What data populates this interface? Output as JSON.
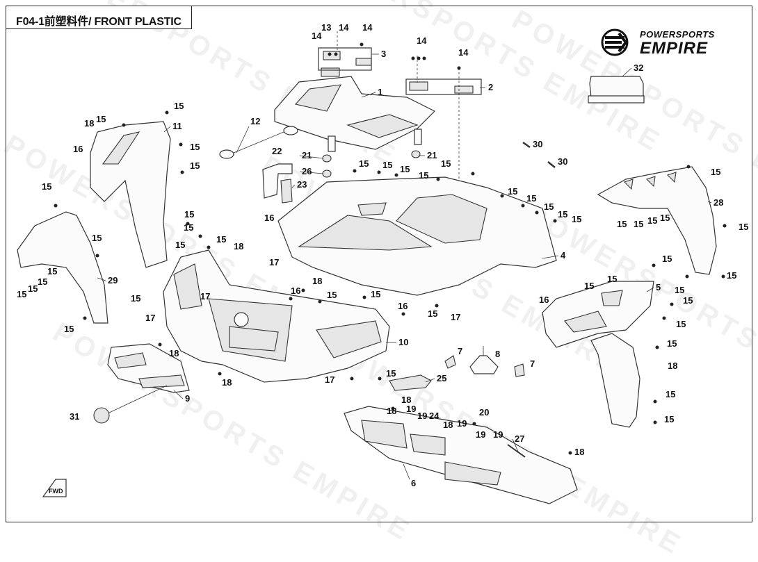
{
  "title": "F04-1前塑料件/ FRONT PLASTIC",
  "logo": {
    "top": "POWERSPORTS",
    "bottom": "EMPIRE"
  },
  "watermark": "POWERSPORTS EMPIRE",
  "fwd_label": "FWD",
  "callouts": [
    "1",
    "2",
    "3",
    "4",
    "5",
    "6",
    "7",
    "8",
    "9",
    "10",
    "11",
    "12",
    "13",
    "14",
    "15",
    "16",
    "17",
    "18",
    "19",
    "20",
    "21",
    "22",
    "23",
    "24",
    "25",
    "26",
    "27",
    "28",
    "29",
    "30",
    "31",
    "32"
  ]
}
